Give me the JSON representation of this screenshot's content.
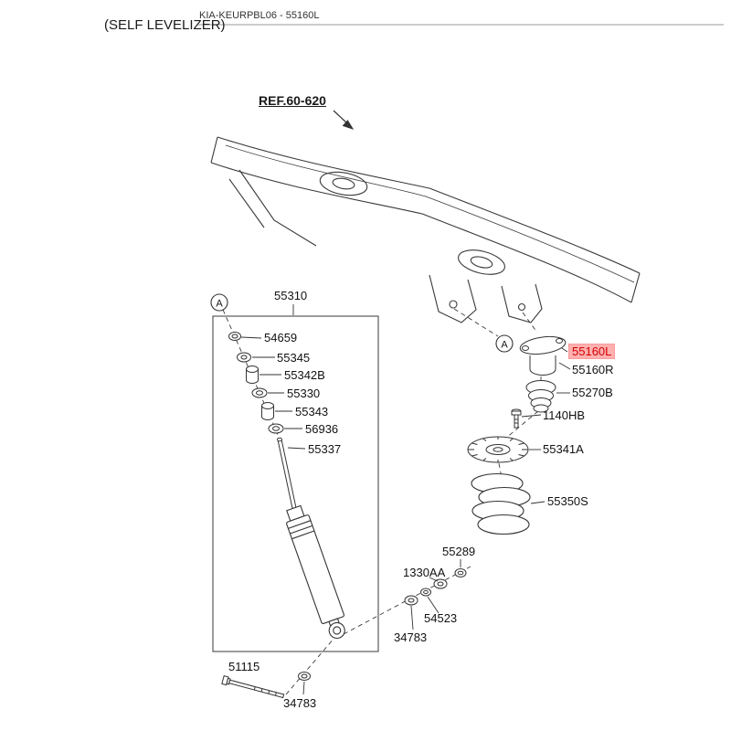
{
  "header": {
    "code": "KIA-KEURPBL06 - 55160L",
    "title": "(SELF LEVELIZER)"
  },
  "diagram": {
    "ref_label": "REF.60-620",
    "callout_a": "A",
    "line_color": "#3a3a3a",
    "highlight_text_color": "#d40000",
    "highlight_bg_color": "#ffb0b0"
  },
  "parts": {
    "shock_assembly": "55310",
    "nut_54659": "54659",
    "washer_55345": "55345",
    "bushing_55342b": "55342B",
    "washer_55330": "55330",
    "bushing_55343": "55343",
    "washer_56936": "56936",
    "rod_55337": "55337",
    "bolt_51115": "51115",
    "nut_34783_left": "34783",
    "bracket_55160l": "55160L",
    "bracket_55160r": "55160R",
    "insulator_55270b": "55270B",
    "bolt_1140hb": "1140HB",
    "spring_seat_55341a": "55341A",
    "coil_spring_55350s": "55350S",
    "nut_55289": "55289",
    "washer_1330aa": "1330AA",
    "stud_54523": "54523",
    "washer_34783_right": "34783"
  }
}
